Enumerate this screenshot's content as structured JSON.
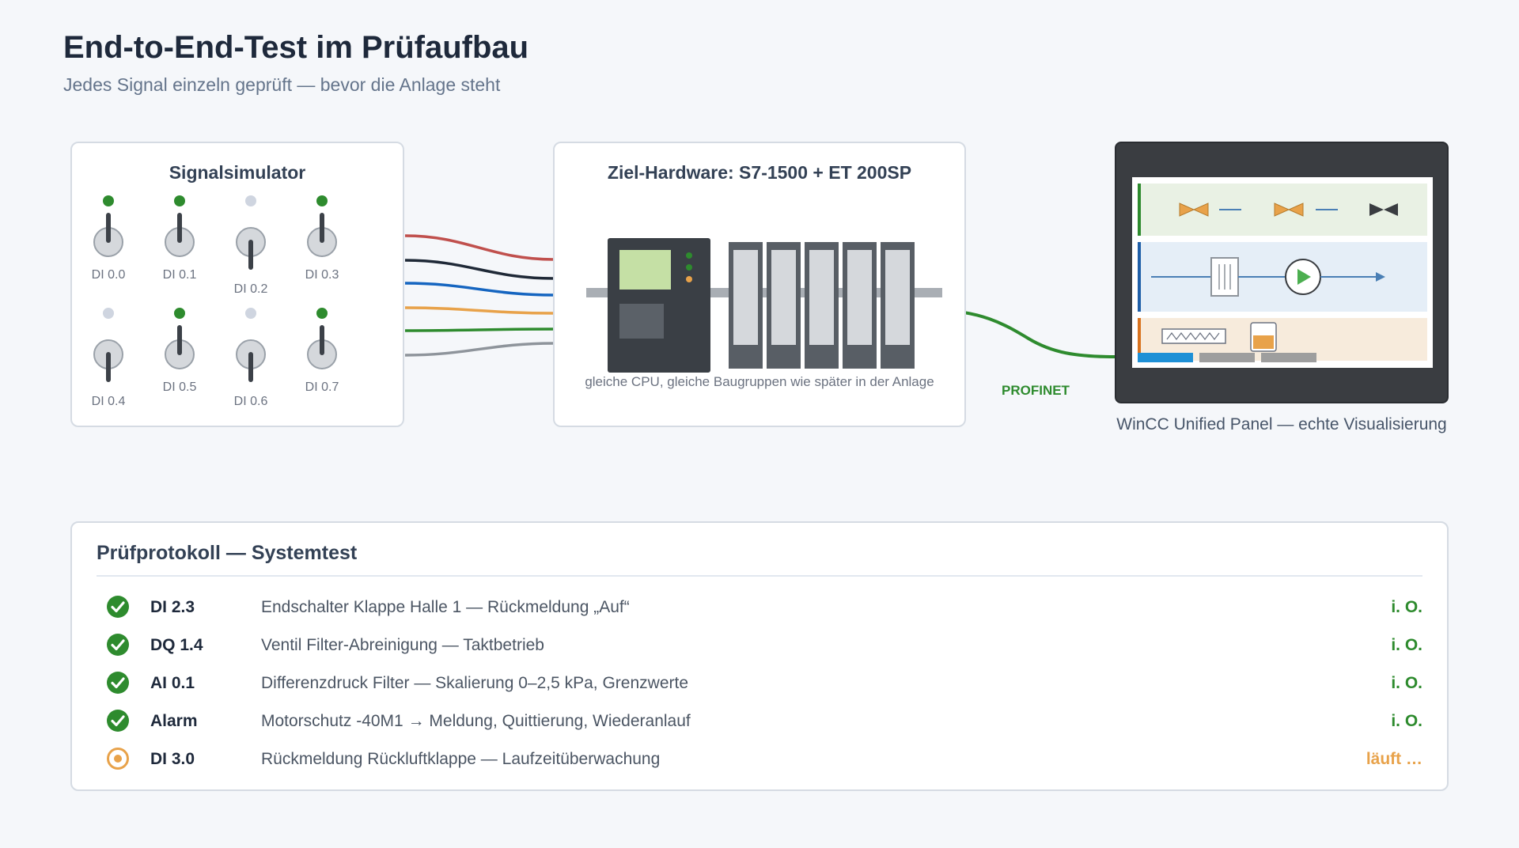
{
  "header": {
    "title": "End-to-End-Test im Prüfaufbau",
    "subtitle": "Jedes Signal einzeln geprüft — bevor die Anlage steht"
  },
  "simulator": {
    "title": "Signalsimulator",
    "switches": [
      {
        "label": "DI 0.0",
        "on": true
      },
      {
        "label": "DI 0.1",
        "on": true
      },
      {
        "label": "DI 0.2",
        "on": false
      },
      {
        "label": "DI 0.3",
        "on": true
      },
      {
        "label": "DI 0.4",
        "on": false
      },
      {
        "label": "DI 0.5",
        "on": true
      },
      {
        "label": "DI 0.6",
        "on": false
      },
      {
        "label": "DI 0.7",
        "on": true
      }
    ]
  },
  "wires": {
    "colors": [
      "#c0504d",
      "#1f2937",
      "#1565c0",
      "#e8a24a",
      "#2e8b2e",
      "#8e949b"
    ]
  },
  "hardware": {
    "title": "Ziel-Hardware: S7-1500 + ET 200SP",
    "note": "gleiche CPU, gleiche Baugruppen wie später in der Anlage",
    "module_count": 5
  },
  "network": {
    "label": "PROFINET",
    "color": "#2e8b2e"
  },
  "panel": {
    "label": "WinCC Unified Panel — echte Visualisierung"
  },
  "protocol": {
    "title": "Prüfprotokoll — Systemtest",
    "rows": [
      {
        "code": "DI 2.3",
        "desc": "Endschalter Klappe Halle 1 — Rückmeldung „Auf“",
        "status": "i. O.",
        "state": "ok"
      },
      {
        "code": "DQ 1.4",
        "desc": "Ventil Filter-Abreinigung — Taktbetrieb",
        "status": "i. O.",
        "state": "ok"
      },
      {
        "code": "AI 0.1",
        "desc": "Differenzdruck Filter — Skalierung 0–2,5 kPa, Grenzwerte",
        "status": "i. O.",
        "state": "ok"
      },
      {
        "code": "Alarm",
        "desc": "Motorschutz -40M1 → Meldung, Quittierung, Wiederanlauf",
        "status": "i. O.",
        "state": "ok"
      },
      {
        "code": "DI 3.0",
        "desc": "Rückmeldung Rückluftklappe — Laufzeitüberwachung",
        "status": "läuft …",
        "state": "running"
      }
    ]
  },
  "colors": {
    "ok": "#2e8b2e",
    "running": "#e8a24a",
    "led_off": "#cfd5e0"
  }
}
